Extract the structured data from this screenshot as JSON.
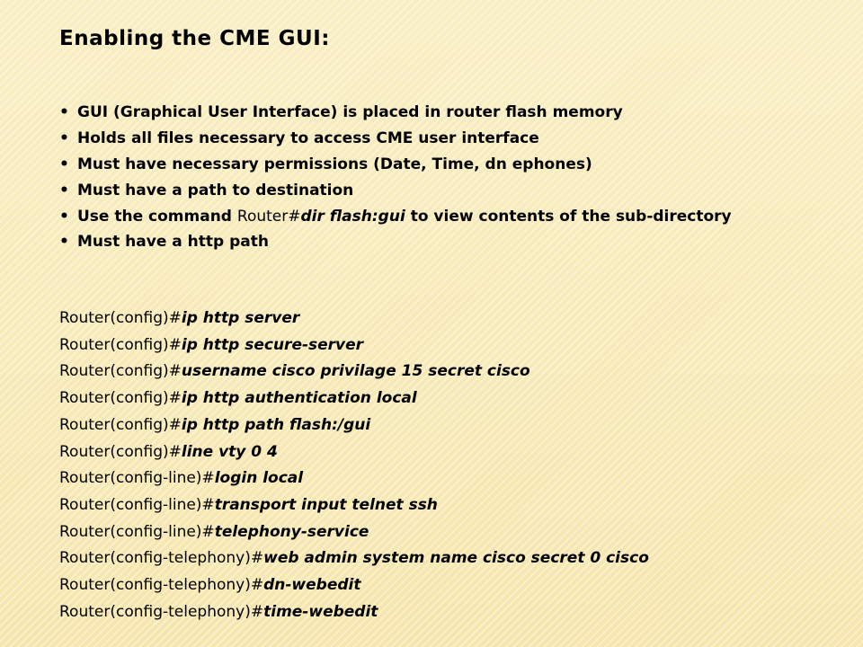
{
  "slide": {
    "title": "Enabling the CME GUI:",
    "bullet_char": "•",
    "bullets": [
      "GUI (Graphical User Interface) is placed in router flash memory",
      "Holds all files necessary to access CME user interface",
      "Must have necessary permissions (Date, Time, dn ephones)",
      "Must have a path to destination",
      {
        "before": "Use the command ",
        "prompt": "Router#",
        "command": "dir flash:gui",
        "after": " to view contents of the sub-directory"
      },
      "Must have a http path"
    ],
    "commands": [
      {
        "prompt": "Router(config)#",
        "cmd": "ip http server"
      },
      {
        "prompt": "Router(config)#",
        "cmd": "ip http secure-server"
      },
      {
        "prompt": "Router(config)#",
        "cmd": "username cisco privilage 15 secret cisco"
      },
      {
        "prompt": "Router(config)#",
        "cmd": "ip http authentication local"
      },
      {
        "prompt": "Router(config)#",
        "cmd": "ip http path flash:/gui"
      },
      {
        "prompt": "Router(config)#",
        "cmd": "line vty 0 4"
      },
      {
        "prompt": "Router(config-line)#",
        "cmd": "login local"
      },
      {
        "prompt": "Router(config-line)#",
        "cmd": "transport input telnet ssh"
      },
      {
        "prompt": "Router(config-line)#",
        "cmd": "telephony-service"
      },
      {
        "prompt": "Router(config-telephony)#",
        "cmd": "web admin system name cisco secret 0 cisco"
      },
      {
        "prompt": "Router(config-telephony)#",
        "cmd": "dn-webedit"
      },
      {
        "prompt": "Router(config-telephony)#",
        "cmd": "time-webedit"
      }
    ]
  }
}
